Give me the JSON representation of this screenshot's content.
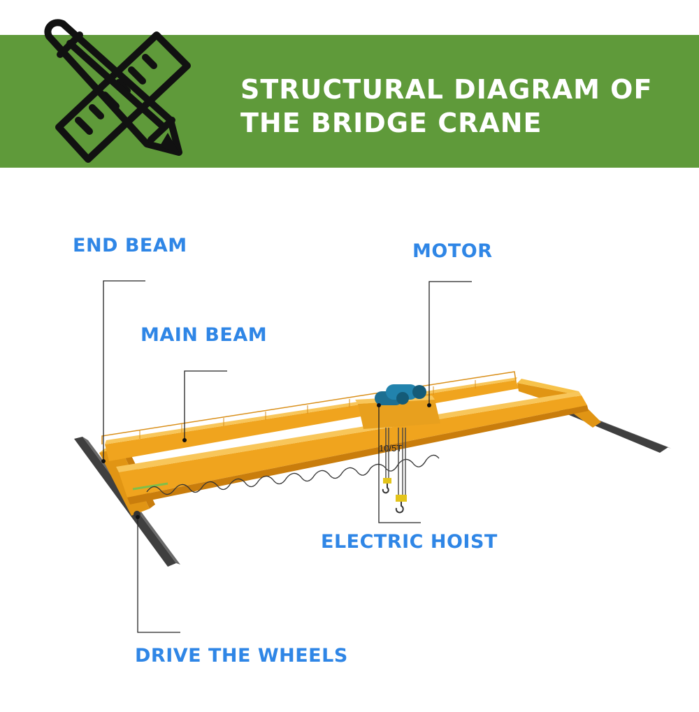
{
  "header": {
    "title_line1": "STRUCTURAL DIAGRAM OF",
    "title_line2": "THE BRIDGE CRANE",
    "icon": "ruler-pencil-icon",
    "banner_color": "#5f9a3a"
  },
  "labels": {
    "end_beam": "END BEAM",
    "main_beam": "MAIN BEAM",
    "motor": "MOTOR",
    "electric_hoist": "ELECTRIC HOIST",
    "drive_wheels": "DRIVE THE WHEELS"
  },
  "crane": {
    "capacity_marking": "10/5T"
  },
  "colors": {
    "label_blue": "#2f86e6",
    "crane_yellow": "#f2a81c",
    "motor_blue": "#1d6f92",
    "rail_gray": "#4e4e4e"
  }
}
